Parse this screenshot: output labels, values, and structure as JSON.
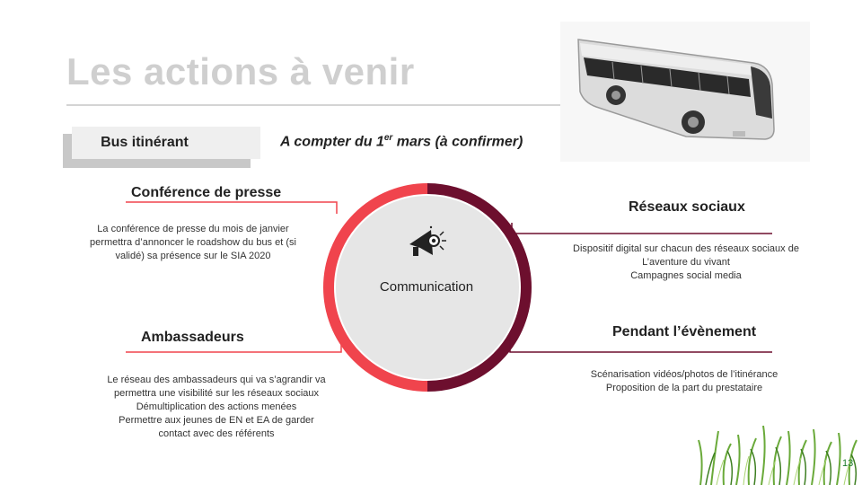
{
  "title": "Les actions à venir",
  "bus_section": {
    "label": "Bus itinérant",
    "date_prefix": "A compter du 1",
    "date_sup": "er",
    "date_suffix": " mars (à confirmer)"
  },
  "center": {
    "label": "Communication",
    "icon": "megaphone-icon"
  },
  "conference": {
    "heading": "Conférence de presse",
    "lines": [
      "La conférence de presse du mois de janvier",
      "permettra d’annoncer le roadshow du bus et (si",
      "validé) sa présence sur le SIA 2020"
    ]
  },
  "reseaux": {
    "heading": "Réseaux sociaux",
    "lines": [
      "Dispositif digital sur chacun des réseaux sociaux de",
      "L’aventure du vivant",
      "Campagnes social media"
    ]
  },
  "ambassadeurs": {
    "heading": "Ambassadeurs",
    "lines": [
      "Le réseau des ambassadeurs qui va s’agrandir va",
      "permettra une visibilité sur les réseaux sociaux",
      "Démultiplication des actions menées",
      "Permettre aux jeunes de EN et EA de garder",
      "contact avec des référents"
    ]
  },
  "evenement": {
    "heading": "Pendant l’évènement",
    "lines": [
      "Scénarisation vidéos/photos de l’itinérance",
      "Proposition de la part du prestataire"
    ]
  },
  "page_number": "13",
  "colors": {
    "ring_left": "#f0444d",
    "ring_right": "#6d0f2e",
    "ring_fill": "#e6e6e6"
  }
}
